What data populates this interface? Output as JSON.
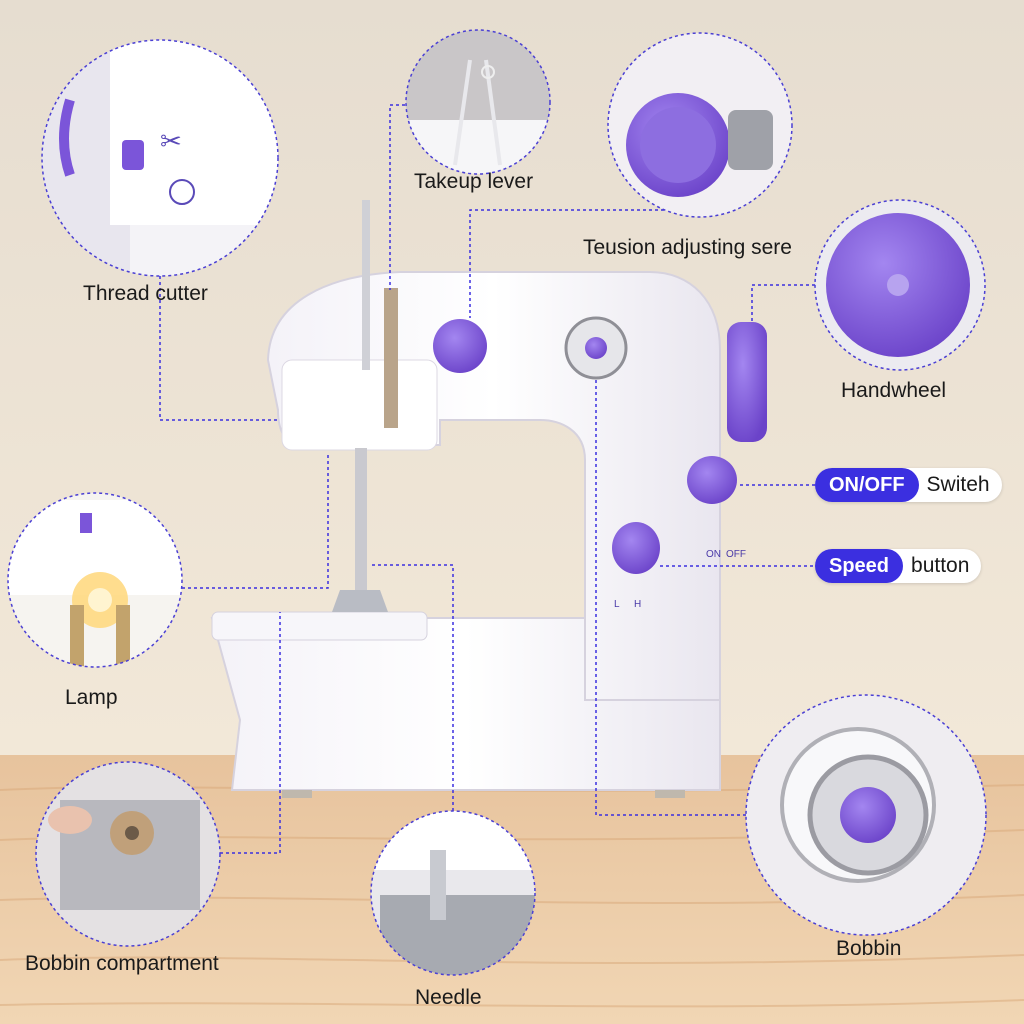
{
  "callouts": {
    "thread_cutter": "Thread  cutter",
    "takeup_lever": "Takeup lever",
    "tension": "Teusion adjusting sere",
    "handwheel": "Handwheel",
    "lamp": "Lamp",
    "bobbin_compartment": "Bobbin compartment",
    "needle": "Needle",
    "bobbin": "Bobbin"
  },
  "pills": {
    "onoff": {
      "tag": "ON/OFF",
      "text": "Switeh"
    },
    "speed": {
      "tag": "Speed",
      "text": "button"
    }
  },
  "machine_marks": {
    "on": "ON",
    "off": "OFF",
    "low": "L",
    "high": "H"
  },
  "colors": {
    "accent_purple": "#7b55d9",
    "pill_blue": "#3b2fe0",
    "dotted_line": "#3b2fe0",
    "wall": "#ece1cd",
    "wood": "#e9c49a"
  }
}
